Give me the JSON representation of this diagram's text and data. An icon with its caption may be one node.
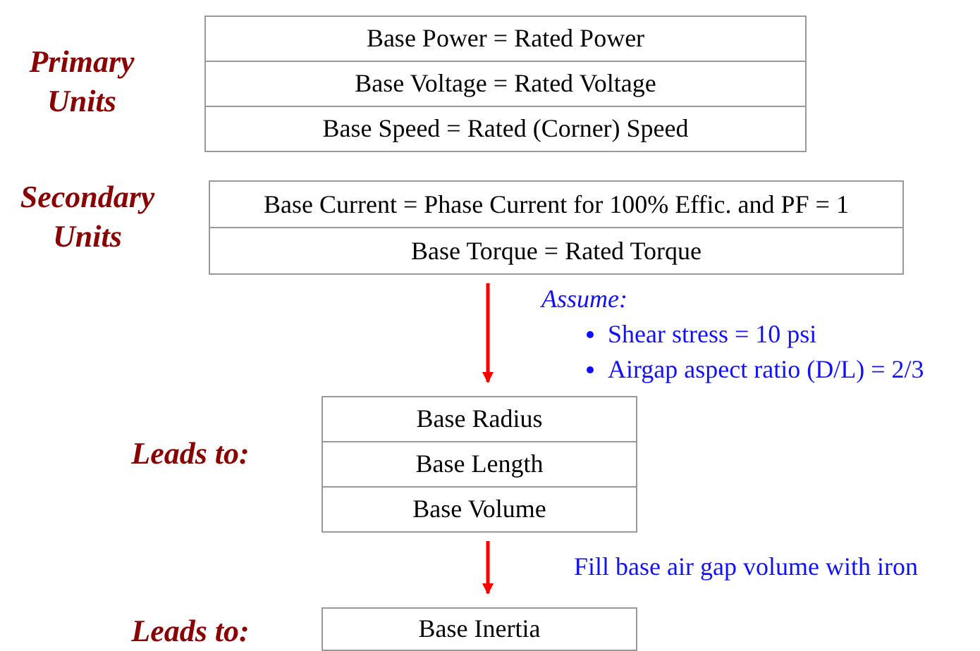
{
  "diagram": {
    "nodes": [
      {
        "text": [],
        "shape": "box"
      },
      {
        "text": [
          "Base Power = Rated Power"
        ],
        "in": 0
      },
      {
        "text": [
          "Base Voltage = Rated Voltage"
        ],
        "in": 0
      },
      {
        "text": [
          "Base Speed = Rated (Corner) Speed"
        ],
        "in": 0
      },
      {
        "text": [],
        "shape": "box"
      },
      {
        "text": [
          "Base Current = Phase Current for 100% Effic. and PF = 1"
        ],
        "in": 4
      },
      {
        "text": [
          "Base Torque = Rated Torque"
        ],
        "in": 4
      },
      {
        "text": [],
        "shape": "box"
      },
      {
        "text": [
          "Base Radius"
        ],
        "in": 7
      },
      {
        "text": [
          "Base Length"
        ],
        "in": 7
      },
      {
        "text": [
          "Base Volume"
        ],
        "in": 7
      },
      {
        "text": [
          "Base Inertia"
        ]
      }
    ],
    "edges": [
      {
        "from": 4,
        "to": 7,
        "arrow": "to"
      },
      {
        "from": 7,
        "to": 11,
        "arrow": "to"
      }
    ],
    "labels": [
      "Primary Units",
      "Secondary Units",
      "Assume:",
      "Shear stress = 10 psi",
      "Airgap aspect ratio (D/L) = 2/3",
      "Leads to:",
      "Fill base air gap volume with iron",
      "Leads to:"
    ]
  }
}
